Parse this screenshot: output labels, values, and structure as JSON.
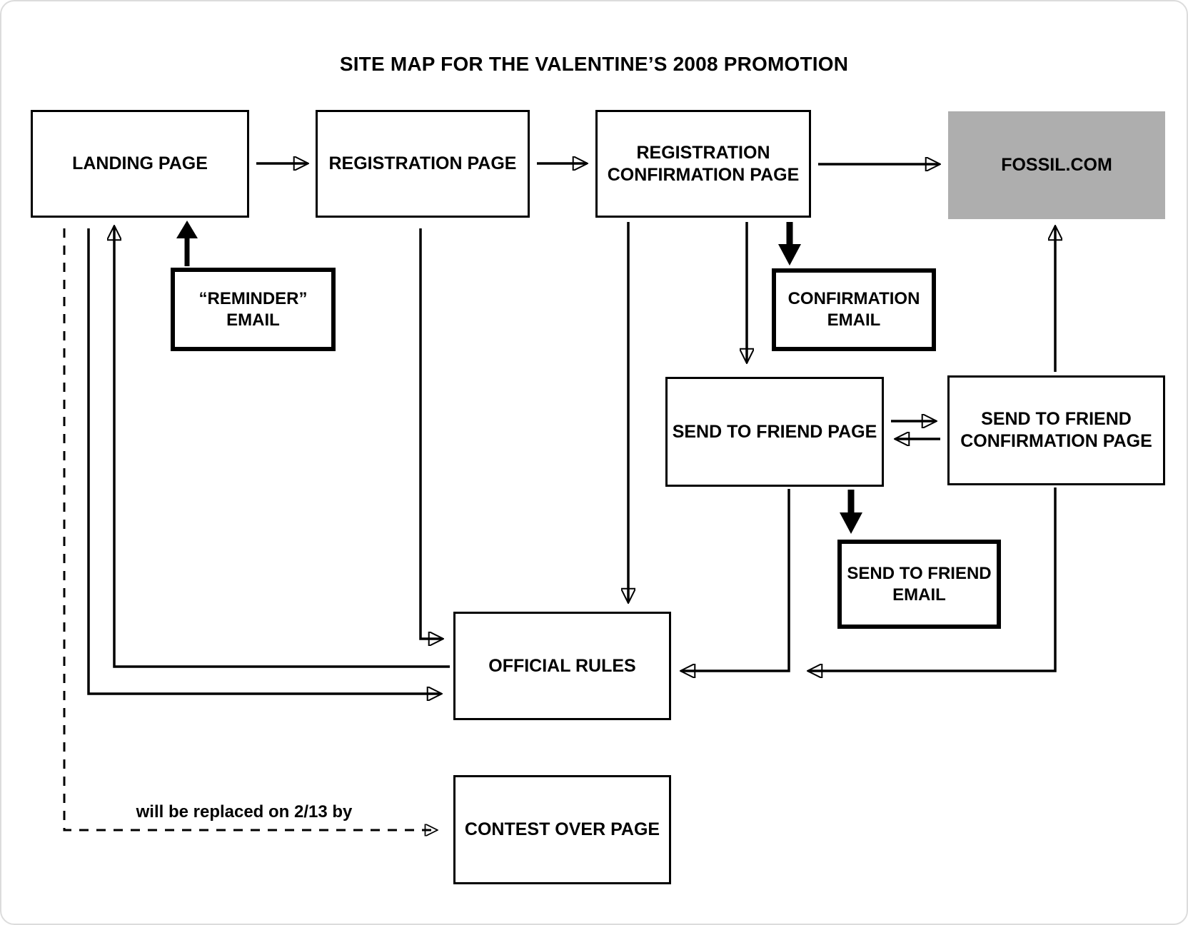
{
  "title": "SITE MAP FOR THE VALENTINE’S 2008 PROMOTION",
  "annotation": {
    "replace_note": "will be replaced on 2/13 by"
  },
  "colors": {
    "line": "#000000",
    "box_border": "#000000",
    "fossil_fill": "#aeaeae",
    "background": "#ffffff",
    "page_frame": "#dcdcdc"
  },
  "nodes": {
    "landing": {
      "label": "LANDING PAGE",
      "type": "page"
    },
    "registration": {
      "label": "REGISTRATION PAGE",
      "type": "page"
    },
    "registration_conf": {
      "label": "REGISTRATION CONFIRMATION PAGE",
      "type": "page"
    },
    "fossil": {
      "label": "FOSSIL.COM",
      "type": "external-site"
    },
    "reminder_email": {
      "label": "“REMINDER” EMAIL",
      "type": "email"
    },
    "confirmation_email": {
      "label": "CONFIRMATION EMAIL",
      "type": "email"
    },
    "stf_page": {
      "label": "SEND TO FRIEND PAGE",
      "type": "page"
    },
    "stf_conf_page": {
      "label": "SEND TO FRIEND CONFIRMATION PAGE",
      "type": "page"
    },
    "stf_email": {
      "label": "SEND TO FRIEND EMAIL",
      "type": "email"
    },
    "official_rules": {
      "label": "OFFICIAL RULES",
      "type": "page"
    },
    "contest_over": {
      "label": "CONTEST OVER PAGE",
      "type": "page"
    }
  },
  "edges": [
    {
      "from": "LANDING PAGE",
      "to": "REGISTRATION PAGE",
      "style": "solid"
    },
    {
      "from": "REGISTRATION PAGE",
      "to": "REGISTRATION CONFIRMATION PAGE",
      "style": "solid"
    },
    {
      "from": "REGISTRATION CONFIRMATION PAGE",
      "to": "FOSSIL.COM",
      "style": "solid"
    },
    {
      "from": "“REMINDER” EMAIL",
      "to": "LANDING PAGE",
      "style": "thick"
    },
    {
      "from": "REGISTRATION CONFIRMATION PAGE",
      "to": "CONFIRMATION EMAIL",
      "style": "thick"
    },
    {
      "from": "REGISTRATION CONFIRMATION PAGE",
      "to": "SEND TO FRIEND PAGE",
      "style": "solid"
    },
    {
      "from": "REGISTRATION CONFIRMATION PAGE",
      "to": "OFFICIAL RULES",
      "style": "solid"
    },
    {
      "from": "SEND TO FRIEND PAGE",
      "to": "SEND TO FRIEND CONFIRMATION PAGE",
      "style": "solid"
    },
    {
      "from": "SEND TO FRIEND CONFIRMATION PAGE",
      "to": "SEND TO FRIEND PAGE",
      "style": "solid"
    },
    {
      "from": "SEND TO FRIEND CONFIRMATION PAGE",
      "to": "FOSSIL.COM",
      "style": "solid"
    },
    {
      "from": "SEND TO FRIEND PAGE",
      "to": "SEND TO FRIEND EMAIL",
      "style": "thick"
    },
    {
      "from": "SEND TO FRIEND PAGE",
      "to": "OFFICIAL RULES",
      "style": "solid"
    },
    {
      "from": "SEND TO FRIEND CONFIRMATION PAGE",
      "to": "OFFICIAL RULES",
      "style": "solid"
    },
    {
      "from": "LANDING PAGE",
      "to": "OFFICIAL RULES",
      "style": "solid"
    },
    {
      "from": "OFFICIAL RULES",
      "to": "LANDING PAGE",
      "style": "solid"
    },
    {
      "from": "REGISTRATION PAGE",
      "to": "OFFICIAL RULES",
      "style": "solid"
    },
    {
      "from": "LANDING PAGE",
      "to": "CONTEST OVER PAGE",
      "style": "dashed",
      "label": "will be replaced on 2/13 by"
    }
  ]
}
